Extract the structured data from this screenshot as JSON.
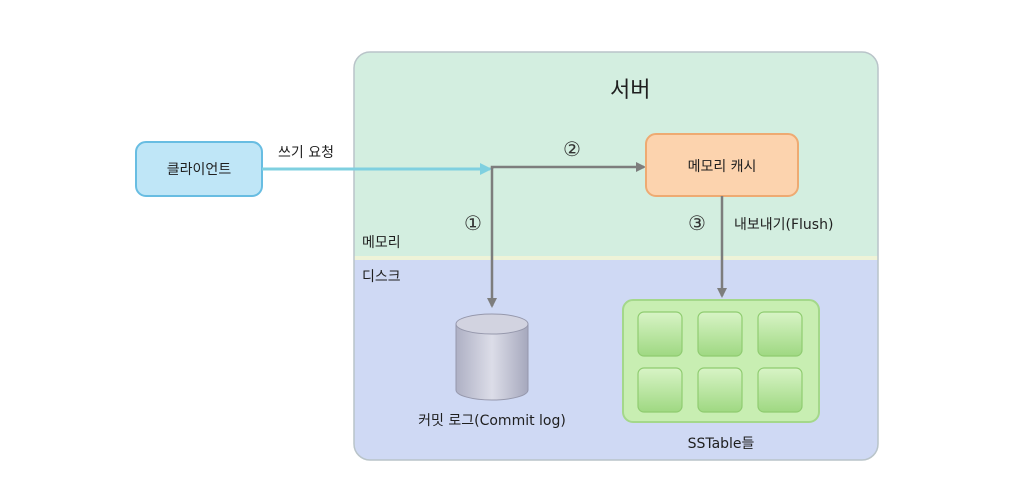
{
  "server": {
    "title": "서버"
  },
  "zones": {
    "memory_label": "메모리",
    "disk_label": "디스크"
  },
  "client": {
    "label": "클라이언트"
  },
  "request": {
    "label": "쓰기 요청"
  },
  "memory_cache": {
    "label": "메모리 캐시"
  },
  "commit_log": {
    "label": "커밋 로그(Commit log)"
  },
  "sstables": {
    "label": "SSTable들",
    "count": 6
  },
  "steps": {
    "step1": "①",
    "step2": "②",
    "step3": "③",
    "flush_label": "내보내기(Flush)"
  },
  "colors": {
    "memory_zone": "#d3eee0",
    "disk_zone": "#cfd9f4",
    "client_fill": "#bfe6f7",
    "client_stroke": "#68bde2",
    "cache_fill": "#fcd3ae",
    "cache_stroke": "#eeaa72",
    "arrow_gray": "#7d7d7d",
    "arrow_cyan": "#7fd0e0",
    "sstable_fill": "#c8eeb2",
    "sstable_stroke": "#a4d88a",
    "cell_fill": "#a8de8c"
  }
}
